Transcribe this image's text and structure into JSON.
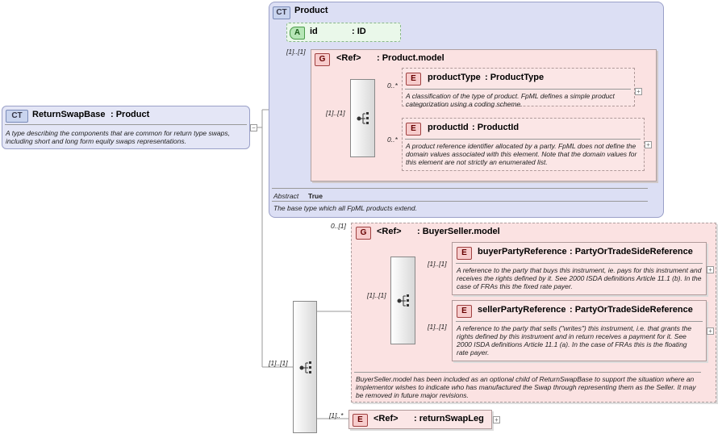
{
  "root": {
    "badge": "CT",
    "name": "ReturnSwapBase",
    "type": ": Product",
    "description": "A type describing the components that are common for return type swaps, including short and long form equity swaps representations."
  },
  "product": {
    "badge": "CT",
    "name": "Product",
    "attribute": {
      "badge": "A",
      "name": "id",
      "type": ": ID"
    },
    "attribute_mult": "[1]..[1]",
    "group": {
      "badge": "G",
      "ref": "<Ref>",
      "name": ": Product.model",
      "seq_mult": "[1]..[1]",
      "productType": {
        "badge": "E",
        "mult": "0..*",
        "name": "productType",
        "type": ": ProductType",
        "description": "A classification of the type of product. FpML defines a simple product categorization using a coding scheme."
      },
      "productId": {
        "badge": "E",
        "mult": "0..*",
        "name": "productId",
        "type": ": ProductId",
        "description": "A product reference identifier allocated by a party. FpML does not define the domain values associated with this element. Note that the domain values for this element are not strictly an enumerated list."
      }
    },
    "abstract_label": "Abstract",
    "abstract_value": "True",
    "description": "The base type which all FpML products extend."
  },
  "buyerSeller": {
    "mult": "0..[1]",
    "badge": "G",
    "ref": "<Ref>",
    "name": ": BuyerSeller.model",
    "seq_mult": "[1]..[1]",
    "buyer": {
      "badge": "E",
      "mult": "[1]..[1]",
      "name": "buyerPartyReference",
      "type": ": PartyOrTradeSideReference",
      "description": "A reference to the party that buys this instrument, ie. pays for this instrument and receives the rights defined by it. See 2000 ISDA definitions Article 11.1 (b). In the case of FRAs this the fixed rate payer."
    },
    "seller": {
      "badge": "E",
      "mult": "[1]..[1]",
      "name": "sellerPartyReference",
      "type": ": PartyOrTradeSideReference",
      "description": "A reference to the party that sells (\"writes\") this instrument, i.e. that grants the rights defined by this instrument and in return receives a payment for it. See 2000 ISDA definitions Article 11.1 (a). In the case of FRAs this is the floating rate payer."
    },
    "description": "BuyerSeller.model has been included as an optional child of ReturnSwapBase to support the situation where an implementor wishes to indicate who has manufactured the Swap through representing them as the Seller. It may be removed in future major revisions."
  },
  "outer_seq_mult": "[1]..[1]",
  "returnSwapLeg": {
    "badge": "E",
    "mult": "[1]..*",
    "ref": "<Ref>",
    "name": ": returnSwapLeg"
  }
}
